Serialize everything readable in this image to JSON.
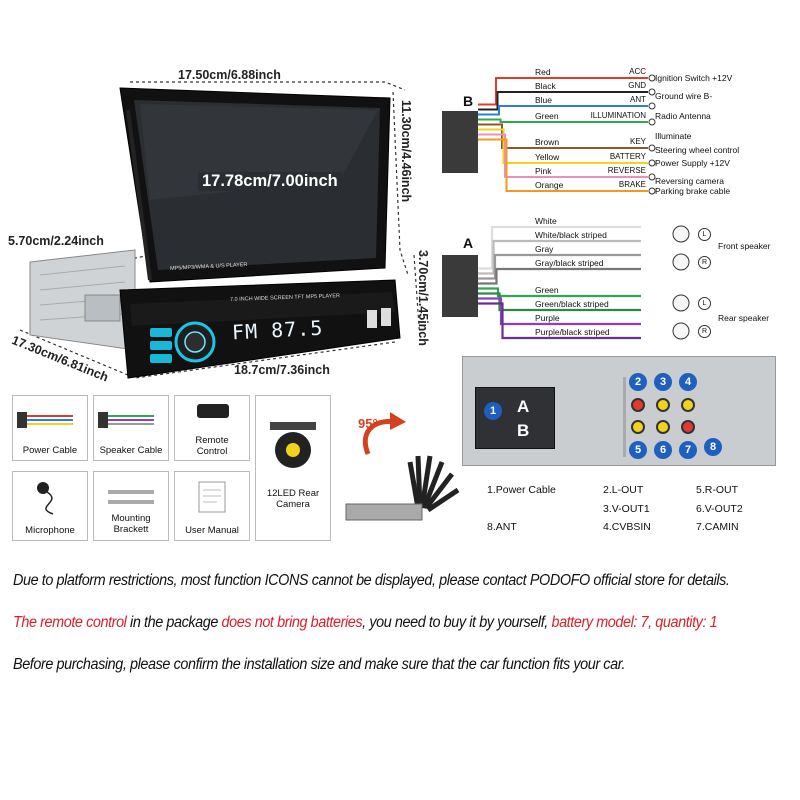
{
  "dimensions": {
    "top_width": "17.50cm/6.88inch",
    "screen_height": "11.30cm/4.46inch",
    "diagonal": "17.78cm/7.00inch",
    "unit_height": "5.70cm/2.24inch",
    "unit_side_height": "3.70cm/1.45inch",
    "depth": "17.30cm/6.81inch",
    "front_width": "18.7cm/7.36inch"
  },
  "device": {
    "screen_caption": "MP5/MP3/WMA & U/S PLAYER",
    "front_caption": "7.0 INCH WIDE SCREEN TFT MP5 PLAYER",
    "display_text": "FM 87.5",
    "tilt_angle": "95°"
  },
  "harness_b": {
    "label": "B",
    "wires": [
      {
        "color_name": "Red",
        "function": "ACC",
        "color": "#e23b2c"
      },
      {
        "color_name": "Black",
        "function": "GND",
        "color": "#222222"
      },
      {
        "color_name": "Blue",
        "function": "ANT",
        "color": "#2b7de0"
      },
      {
        "color_name": "Green",
        "function": "ILLUMINATION",
        "color": "#2fa84f"
      },
      {
        "color_name": "Brown",
        "function": "KEY",
        "color": "#8a5a2b"
      },
      {
        "color_name": "Yellow",
        "function": "BATTERY",
        "color": "#f2d21b"
      },
      {
        "color_name": "Pink",
        "function": "REVERSE",
        "color": "#f08cc0"
      },
      {
        "color_name": "Orange",
        "function": "BRAKE",
        "color": "#f39a1e"
      }
    ],
    "destinations": [
      "Ignition Switch +12V",
      "Ground wire B-",
      "Radio Antenna",
      "Illuminate",
      "Steering wheel control",
      "Power Supply +12V",
      "Reversing camera",
      "Parking brake cable"
    ]
  },
  "harness_a": {
    "label": "A",
    "wires": [
      {
        "color_name": "White",
        "color": "#dddddd"
      },
      {
        "color_name": "White/black striped",
        "color": "#bbbbbb"
      },
      {
        "color_name": "Gray",
        "color": "#999999"
      },
      {
        "color_name": "Gray/black striped",
        "color": "#777777"
      },
      {
        "color_name": "Green",
        "color": "#2fa84f"
      },
      {
        "color_name": "Green/black striped",
        "color": "#2a8a44"
      },
      {
        "color_name": "Purple",
        "color": "#8c3fc0"
      },
      {
        "color_name": "Purple/black striped",
        "color": "#6a2f93"
      }
    ],
    "speakers": [
      "Front speaker",
      "Rear speaker"
    ],
    "sides": [
      "L",
      "R",
      "L",
      "R"
    ]
  },
  "rear_panel": {
    "connectors": [
      "A",
      "B"
    ],
    "ports": [
      "1",
      "2",
      "3",
      "4",
      "5",
      "6",
      "7",
      "8"
    ]
  },
  "port_legend": [
    "1.Power Cable",
    "2.L-OUT",
    "5.R-OUT",
    "3.V-OUT1",
    "6.V-OUT2",
    "8.ANT",
    "4.CVBSIN",
    "7.CAMIN"
  ],
  "accessories": [
    {
      "label": "Power Cable",
      "icon": "power-cable-icon"
    },
    {
      "label": "Speaker Cable",
      "icon": "speaker-cable-icon"
    },
    {
      "label": "Remote Control",
      "icon": "remote-control-icon"
    },
    {
      "label": "Microphone",
      "icon": "microphone-icon"
    },
    {
      "label": "Mounting Brackett",
      "icon": "bracket-icon"
    },
    {
      "label": "User Manual",
      "icon": "manual-icon"
    },
    {
      "label": "12LED Rear Camera",
      "icon": "camera-icon"
    }
  ],
  "notes": {
    "line1": "Due to platform restrictions, most function ICONS cannot be displayed, please contact PODOFO official store for details.",
    "line2_parts": [
      "The remote control",
      " in the package ",
      "does not bring batteries",
      ", you need to buy it by yourself, ",
      "battery model: 7, quantity: 1"
    ],
    "line3": "Before purchasing, please confirm the installation size and make sure that the car function fits your car."
  },
  "colors": {
    "accent_red": "#d9202a",
    "wire_box": "#3a3a3a"
  }
}
